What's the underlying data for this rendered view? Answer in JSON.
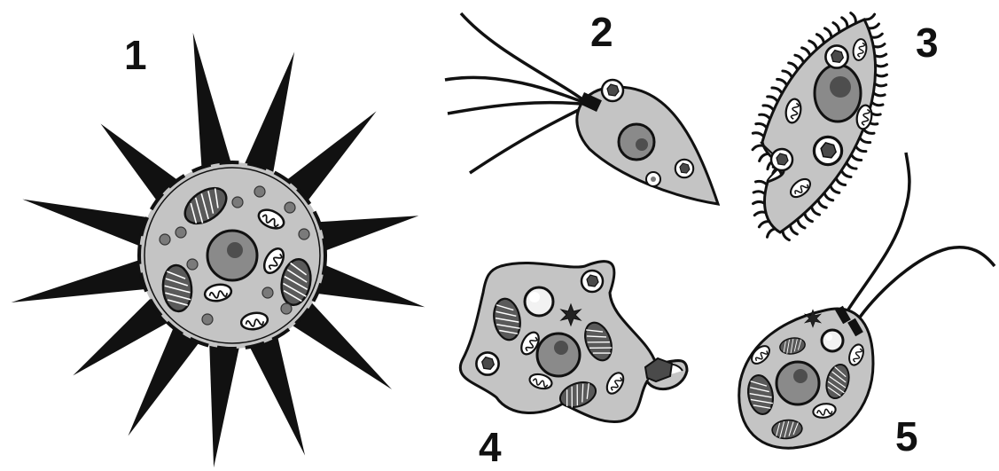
{
  "colors": {
    "background": "#ffffff",
    "body_fill": "#c4c4c4",
    "outline": "#111111",
    "nucleus": "#8a8a8a",
    "nucleolus": "#4e4e4e",
    "granule": "#7a7a7a",
    "vacuole": "#f2f2f2",
    "food": "#4a4a4a"
  },
  "organisms": [
    {
      "label": "1",
      "icon": "radiating-spiky-cell-icon"
    },
    {
      "label": "2",
      "icon": "flagellate-teardrop-cell-icon"
    },
    {
      "label": "3",
      "icon": "ciliate-cell-icon"
    },
    {
      "label": "4",
      "icon": "amoeba-cell-icon"
    },
    {
      "label": "5",
      "icon": "biflagellate-oval-cell-icon"
    }
  ]
}
